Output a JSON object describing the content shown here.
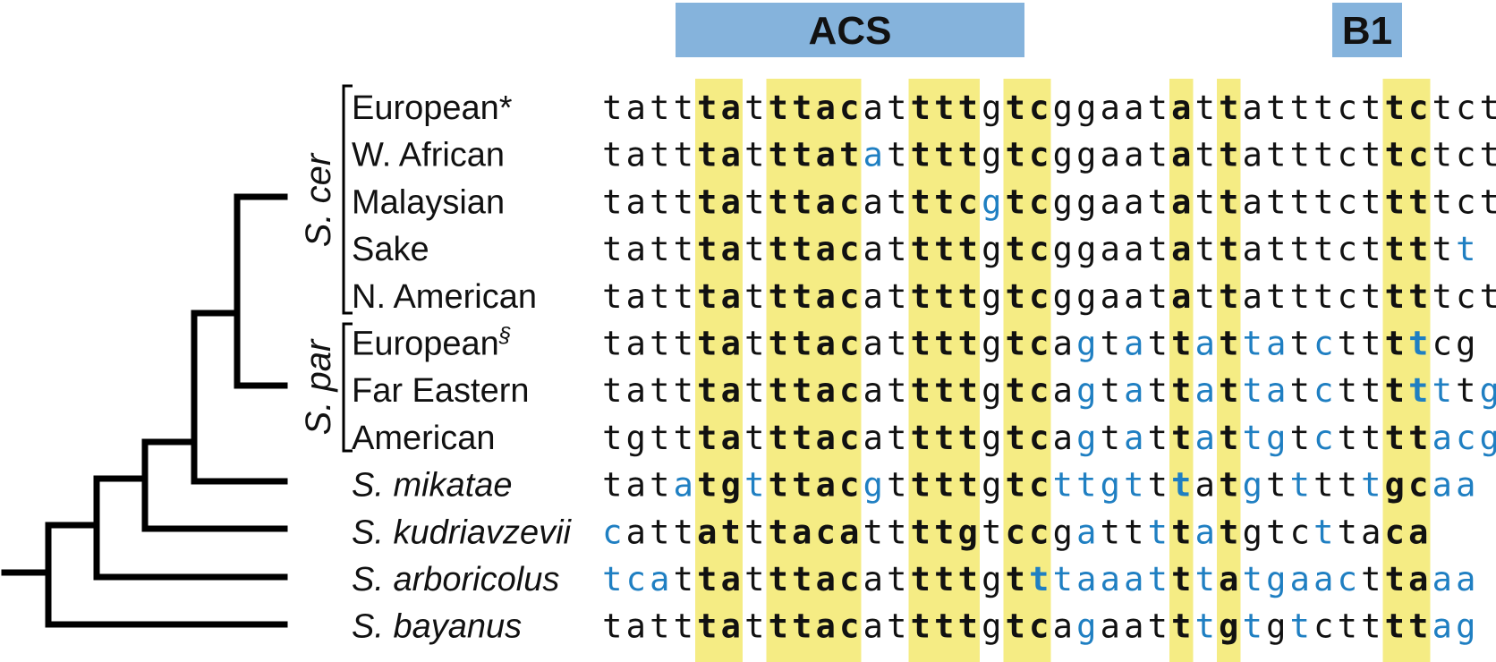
{
  "motif_boxes": [
    {
      "label": "ACS",
      "color": "#85b3dc"
    },
    {
      "label": "B1",
      "color": "#85b3dc"
    }
  ],
  "highlight_color": "#f5ec84",
  "conserved_columns": [
    4,
    5,
    7,
    8,
    9,
    10,
    13,
    14,
    15,
    17,
    18,
    24,
    26,
    33,
    34
  ],
  "colors": {
    "base": "#111111",
    "variant": "#1f7fc2"
  },
  "groups": [
    {
      "label": "S. cer",
      "rows": [
        0,
        4
      ]
    },
    {
      "label": "S. par",
      "rows": [
        5,
        7
      ]
    }
  ],
  "rows": [
    {
      "label": "European*",
      "italic": false,
      "seq": "tatttatttacattttgtcggaatattatttcttctct",
      "variants": []
    },
    {
      "label": "W. African",
      "italic": false,
      "seq": "tatttatttatattttgtcggaatattatttcttctct",
      "variants": [
        11
      ]
    },
    {
      "label": "Malaysian",
      "italic": false,
      "seq": "tatttatttacatttcgtcggaatattatttcttttct",
      "variants": [
        16
      ]
    },
    {
      "label": "Sake",
      "italic": false,
      "seq": "tatttatttacattttgtcggaatattatttcttttt",
      "variants": [
        36
      ]
    },
    {
      "label": "N. American",
      "italic": false,
      "seq": "tatttatttacattttgtcggaatattatttcttttct",
      "variants": []
    },
    {
      "label": "European",
      "superscript": "§",
      "italic": false,
      "seq": "tatttatttacattttgtcagtattattatcttttcg",
      "variants": [
        20,
        22,
        25,
        27,
        28,
        30,
        34,
        37
      ]
    },
    {
      "label": "Far Eastern",
      "italic": false,
      "seq": "tatttatttacattttgtcagtattattatcttttttg",
      "variants": [
        20,
        22,
        25,
        27,
        28,
        30,
        34,
        35,
        37
      ]
    },
    {
      "label": "American",
      "italic": false,
      "seq": "tgtttatttacattttgtcagtattattgtcttttacg",
      "variants": [
        20,
        22,
        25,
        27,
        28,
        30,
        35,
        36,
        37
      ]
    },
    {
      "label": "S. mikatae",
      "italic": true,
      "seq": "tatatgtttacgttttgtcttgtttatgtttttgcaa",
      "variants": [
        3,
        6,
        11,
        19,
        20,
        21,
        22,
        24,
        27,
        29,
        32,
        35,
        36,
        37,
        38
      ]
    },
    {
      "label": "S. kudriavzevii",
      "italic": true,
      "seq": "cattatttacattttgtccgattttatgtcttaca",
      "variants": [
        0,
        20,
        23,
        25,
        30,
        35
      ]
    },
    {
      "label": "S. arboricolus",
      "italic": true,
      "seq": "tcattatttacattttgtttaaatttatgaacttaaa",
      "variants": [
        0,
        1,
        2,
        18,
        19,
        20,
        21,
        22,
        23,
        25,
        27,
        28,
        29,
        30,
        31,
        35,
        36,
        37,
        38
      ]
    },
    {
      "label": "S. bayanus",
      "italic": true,
      "seq": "tatttatttacattttgtcagaatttgtgtcttttag",
      "variants": [
        20,
        25,
        27,
        29,
        35,
        36,
        37,
        38
      ]
    }
  ]
}
